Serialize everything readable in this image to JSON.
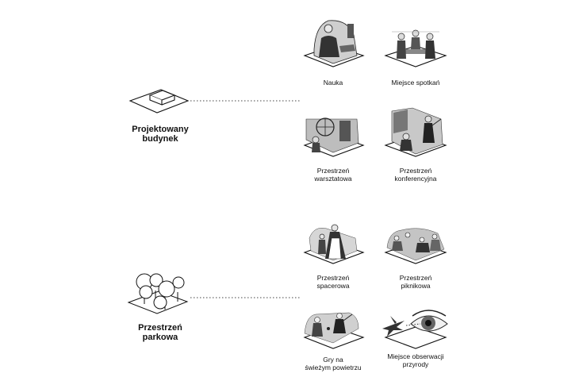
{
  "categories": {
    "building": {
      "line1": "Projektowany",
      "line2": "budynek"
    },
    "park": {
      "line1": "Przestrzeń",
      "line2": "parkowa"
    }
  },
  "functions": {
    "nauka": {
      "line1": "Nauka"
    },
    "spotkan": {
      "line1": "Miejsce spotkań"
    },
    "warsztat": {
      "line1": "Przestrzeń",
      "line2": "warsztatowa"
    },
    "konferencja": {
      "line1": "Przestrzeń",
      "line2": "konferencyjna"
    },
    "spacer": {
      "line1": "Przestrzeń",
      "line2": "spacerowa"
    },
    "piknik": {
      "line1": "Przestrzeń",
      "line2": "piknikowa"
    },
    "gry": {
      "line1": "Gry na",
      "line2": "świeżym powietrzu"
    },
    "obserwacja": {
      "line1": "Miejsce obserwacji",
      "line2": "przyrody"
    }
  },
  "icons": {
    "building": "building-block-icon",
    "park": "trees-icon",
    "nauka": "engraving-reading-woman-icon",
    "spotkan": "engraving-meeting-table-icon",
    "warsztat": "engraving-machine-workshop-icon",
    "konferencja": "engraving-lecture-icon",
    "spacer": "engraving-strolling-couple-icon",
    "piknik": "engraving-picnic-group-icon",
    "gry": "engraving-outdoor-games-icon",
    "obserwacja": "eye-and-bird-icon"
  }
}
